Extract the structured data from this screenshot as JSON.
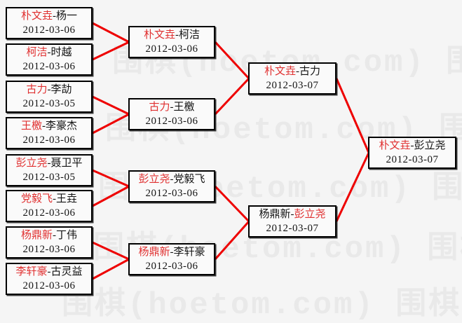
{
  "page": {
    "background": "#f5f5f5"
  },
  "colors": {
    "connector": "#ee0000",
    "winner_name": "#e03030",
    "player_name": "#141414",
    "date_text": "#141414",
    "box_border": "#000000",
    "box_background": "#fafafa",
    "watermark": "#e9e9e9"
  },
  "watermark": {
    "text": "围棋(hoetom.com)"
  },
  "bracket": {
    "separator": "-",
    "rounds": [
      {
        "matches": [
          {
            "players": [
              "朴文垚",
              "杨一"
            ],
            "date": "2012-03-06",
            "red_index": 0
          },
          {
            "players": [
              "柯洁",
              "时越"
            ],
            "date": "2012-03-06",
            "red_index": 0
          },
          {
            "players": [
              "古力",
              "李劼"
            ],
            "date": "2012-03-05",
            "red_index": 0
          },
          {
            "players": [
              "王檄",
              "李豪杰"
            ],
            "date": "2012-03-06",
            "red_index": 0
          },
          {
            "players": [
              "彭立尧",
              "聂卫平"
            ],
            "date": "2012-03-05",
            "red_index": 0
          },
          {
            "players": [
              "党毅飞",
              "王垚"
            ],
            "date": "2012-03-06",
            "red_index": 0
          },
          {
            "players": [
              "杨鼎新",
              "丁伟"
            ],
            "date": "2012-03-06",
            "red_index": 0
          },
          {
            "players": [
              "李轩豪",
              "古灵益"
            ],
            "date": "2012-03-06",
            "red_index": 0
          }
        ]
      },
      {
        "matches": [
          {
            "players": [
              "朴文垚",
              "柯洁"
            ],
            "date": "2012-03-06",
            "red_index": 0
          },
          {
            "players": [
              "古力",
              "王檄"
            ],
            "date": "2012-03-06",
            "red_index": 0
          },
          {
            "players": [
              "彭立尧",
              "党毅飞"
            ],
            "date": "2012-03-06",
            "red_index": 0
          },
          {
            "players": [
              "杨鼎新",
              "李轩豪"
            ],
            "date": "2012-03-06",
            "red_index": 0
          }
        ]
      },
      {
        "matches": [
          {
            "players": [
              "朴文垚",
              "古力"
            ],
            "date": "2012-03-07",
            "red_index": 0
          },
          {
            "players": [
              "杨鼎新",
              "彭立尧"
            ],
            "date": "2012-03-07",
            "red_index": 1
          }
        ]
      },
      {
        "matches": [
          {
            "players": [
              "朴文垚",
              "彭立尧"
            ],
            "date": "2012-03-07",
            "red_index": 0
          }
        ]
      }
    ]
  }
}
